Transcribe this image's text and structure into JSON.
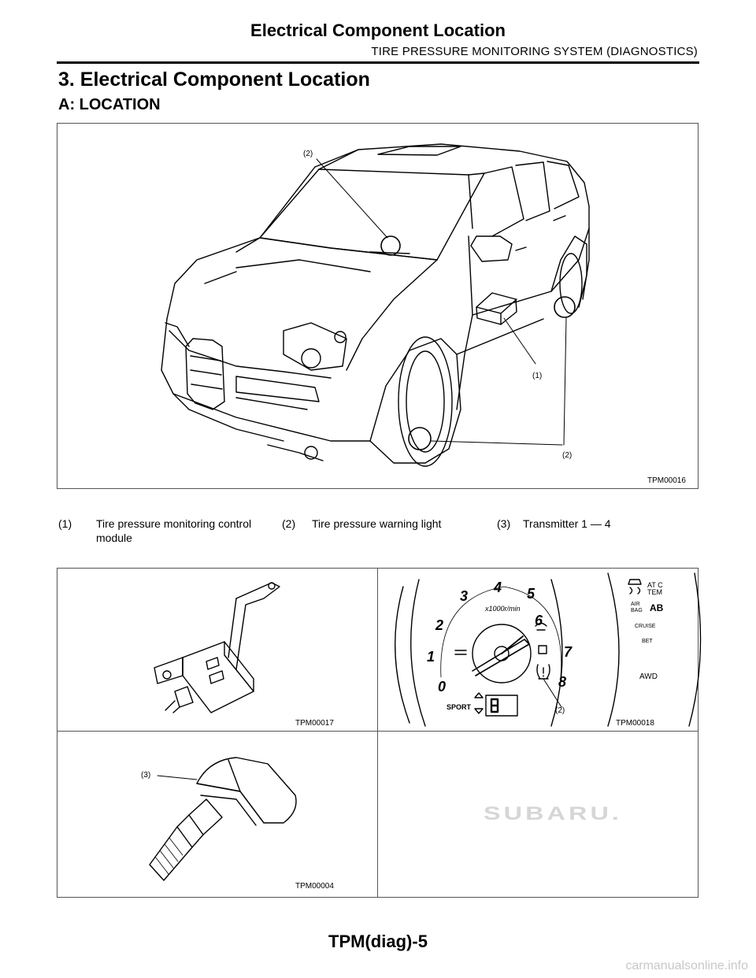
{
  "header": {
    "title": "Electrical Component Location",
    "subtitle": "TIRE PRESSURE MONITORING SYSTEM (DIAGNOSTICS)"
  },
  "section": {
    "title": "3. Electrical Component Location",
    "subtitle": "A: LOCATION"
  },
  "figure_main": {
    "code": "TPM00016",
    "callouts": [
      "(2)",
      "(1)",
      "(2)"
    ]
  },
  "legend": [
    {
      "num": "(1)",
      "text": "Tire pressure monitoring control module"
    },
    {
      "num": "(2)",
      "text": "Tire pressure warning light"
    },
    {
      "num": "(3)",
      "text": "Transmitter 1 — 4"
    }
  ],
  "figures": {
    "module": {
      "code": "TPM00017"
    },
    "cluster": {
      "code": "TPM00018",
      "callout": "(2)",
      "unit": "x1000r/min",
      "numbers": [
        "0",
        "1",
        "2",
        "3",
        "4",
        "5",
        "6",
        "7",
        "8"
      ],
      "labels": {
        "sport": "SPORT",
        "air": "AIR",
        "bag": "BAG",
        "ab": "AB",
        "cruise": "CRUISE",
        "bet": "BET",
        "awd": "AWD",
        "at": "AT C",
        "temp": "TEM"
      }
    },
    "transmitter": {
      "code": "TPM00004",
      "callout": "(3)"
    },
    "logo": {
      "text": "SUBARU."
    }
  },
  "footer": {
    "page": "TPM(diag)-5"
  },
  "watermark": "carmanualsonline.info"
}
